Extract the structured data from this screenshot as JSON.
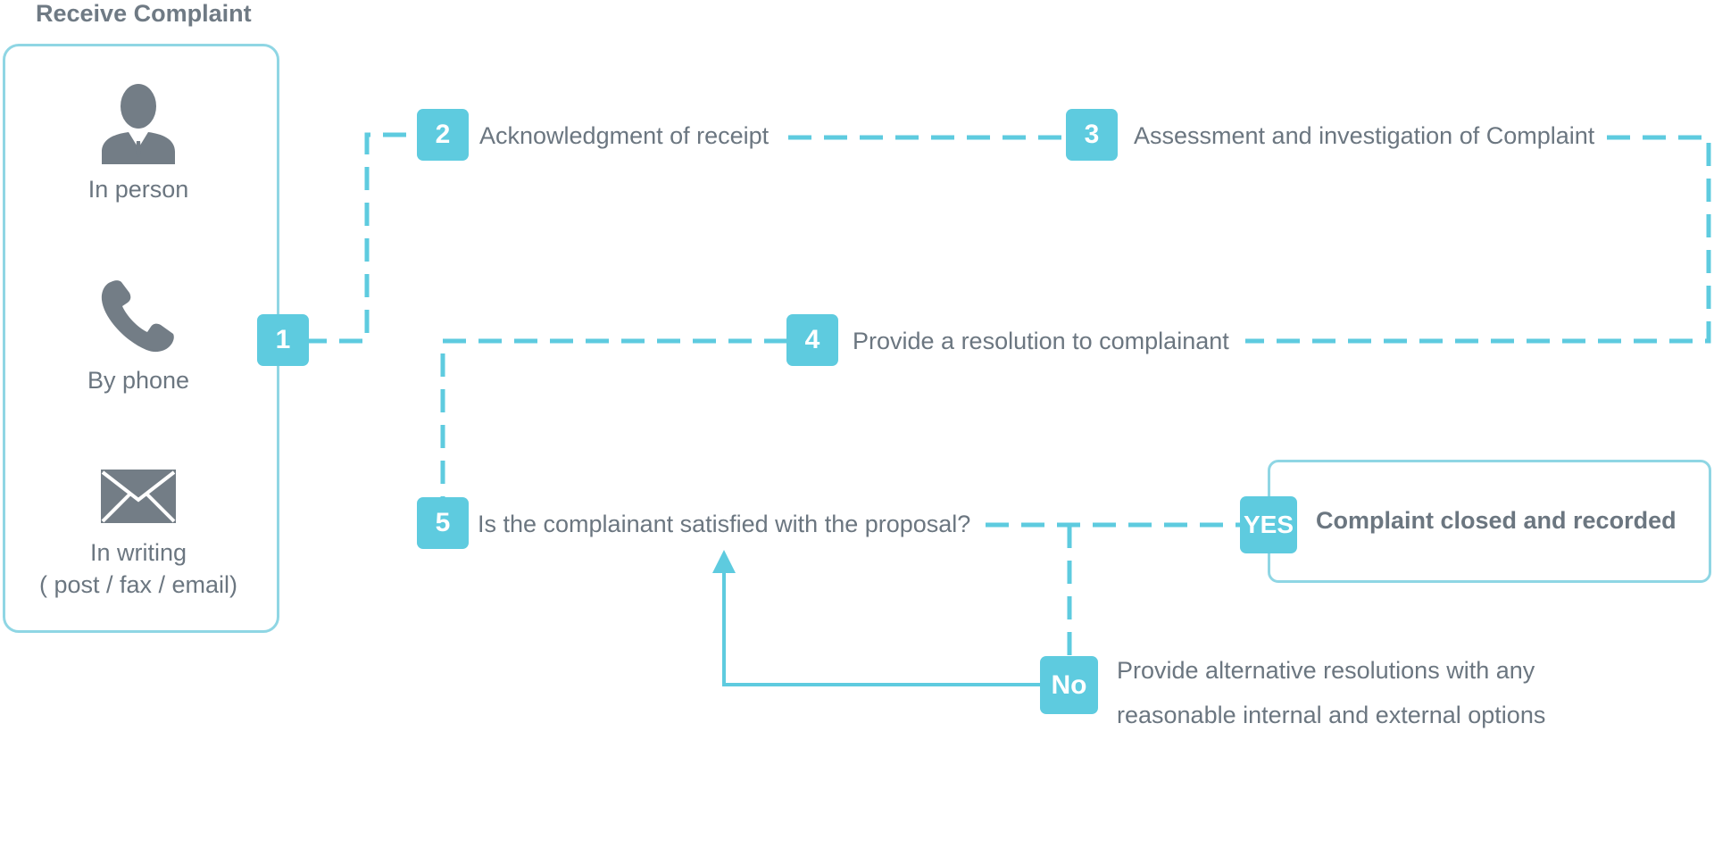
{
  "title": "Receive Complaint",
  "channels": [
    {
      "icon": "person-icon",
      "label": "In person"
    },
    {
      "icon": "phone-icon",
      "label": "By phone"
    },
    {
      "icon": "envelope-icon",
      "label_line1": "In writing",
      "label_line2": "( post / fax / email)"
    }
  ],
  "steps": [
    {
      "number": "1"
    },
    {
      "number": "2",
      "text": "Acknowledgment of receipt"
    },
    {
      "number": "3",
      "text": "Assessment and investigation of Complaint"
    },
    {
      "number": "4",
      "text": "Provide a resolution to complainant"
    },
    {
      "number": "5",
      "text": "Is the complainant satisfied with the proposal?"
    }
  ],
  "yes": {
    "label": "YES",
    "text": "Complaint closed and recorded"
  },
  "no": {
    "label": "No",
    "text_line1": "Provide alternative resolutions with any",
    "text_line2": "reasonable internal and external options"
  },
  "colors": {
    "accent": "#5ecbdf",
    "accent_light": "#8fd6e4",
    "text": "#6b7680",
    "icon": "#737d86"
  }
}
